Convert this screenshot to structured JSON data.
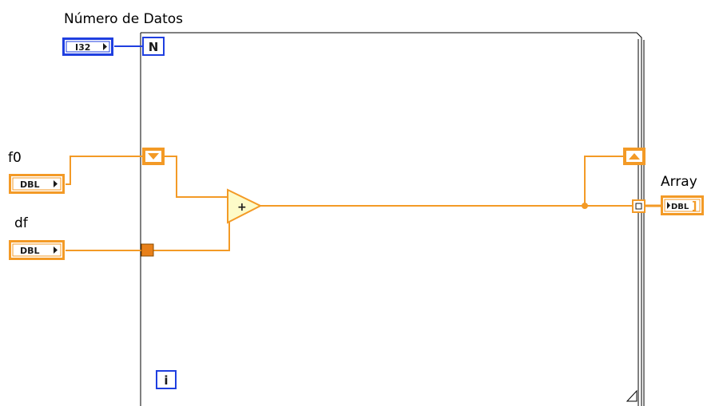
{
  "controls": {
    "num_datos": {
      "label": "Número de Datos",
      "type": "I32"
    },
    "f0": {
      "label": "f0",
      "type": "DBL"
    },
    "df": {
      "label": "df",
      "type": "DBL"
    }
  },
  "indicator": {
    "label": "Array",
    "type": "DBL"
  },
  "for_loop": {
    "count_terminal": "N",
    "iteration_terminal": "i"
  },
  "add_node": {
    "symbol": "+"
  },
  "colors": {
    "double_wire": "#f39a26",
    "int_wire": "#1f3fe0",
    "loop_border": "#000000"
  },
  "icons": [
    "numeric-control-icon",
    "shift-register-icon",
    "add-function-icon",
    "array-indicator-icon"
  ]
}
